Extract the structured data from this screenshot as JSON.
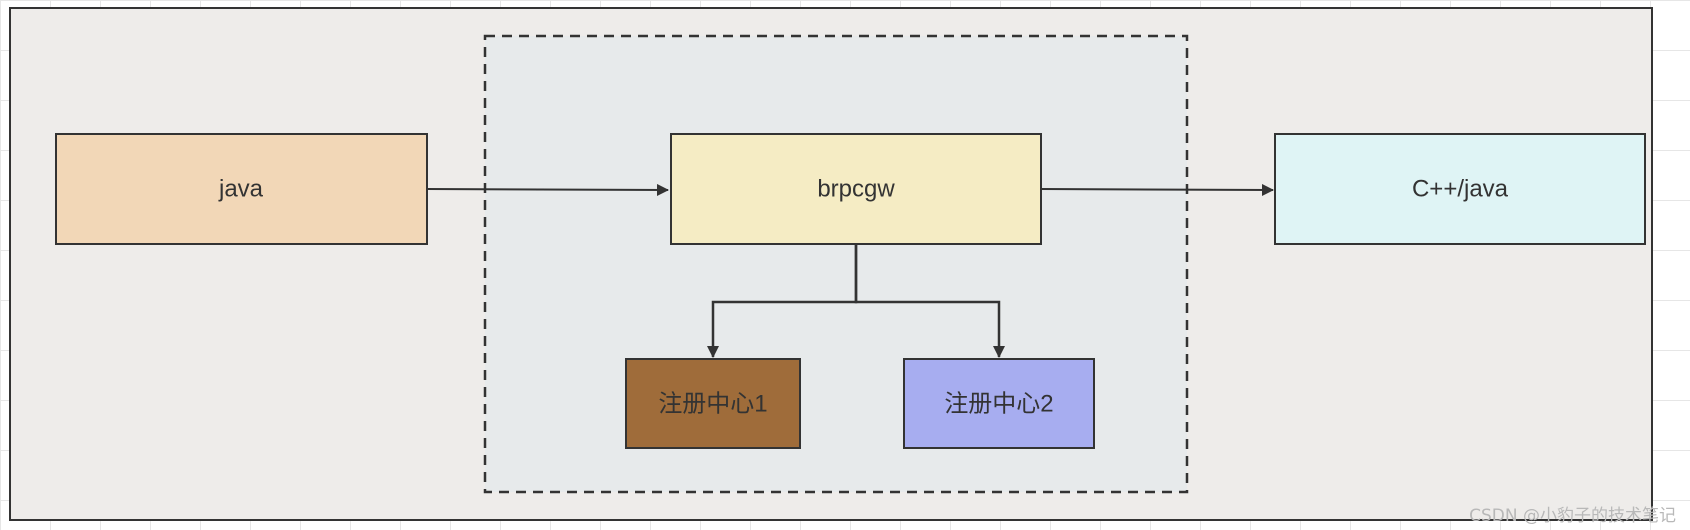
{
  "diagram": {
    "nodes": {
      "java": {
        "label": "java",
        "fill": "#f2d7b7"
      },
      "brpcgw": {
        "label": "brpcgw",
        "fill": "#f5ecc4"
      },
      "target": {
        "label": "C++/java",
        "fill": "#dff4f5"
      },
      "registry1": {
        "label": "注册中心1",
        "fill": "#9f6c3a"
      },
      "registry2": {
        "label": "注册中心2",
        "fill": "#a7adf0"
      }
    },
    "edges": [
      {
        "from": "java",
        "to": "brpcgw"
      },
      {
        "from": "brpcgw",
        "to": "target"
      },
      {
        "from": "brpcgw",
        "to": "registry1"
      },
      {
        "from": "brpcgw",
        "to": "registry2"
      }
    ],
    "colors": {
      "outer_frame": "#eeecea",
      "dashed_group": "#e7eaeb",
      "stroke": "#333333"
    }
  },
  "watermark": "CSDN @小豹子的技术笔记"
}
